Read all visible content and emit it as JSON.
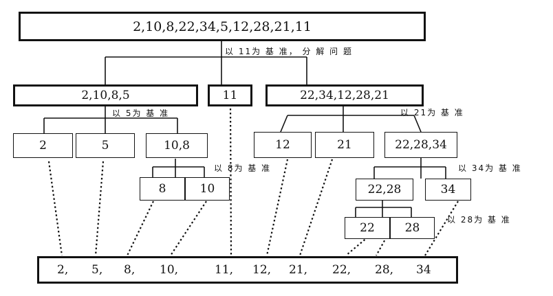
{
  "nodes": {
    "root": "2,10,8,22,34,5,12,28,21,11",
    "left": "2,10,8,5",
    "pivot11": "11",
    "right": "22,34,12,28,21",
    "n2": "2",
    "n5": "5",
    "n10_8": "10,8",
    "n12": "12",
    "n21": "21",
    "n22_28_34": "22,28,34",
    "n8": "8",
    "n10": "10",
    "n22_28": "22,28",
    "n34": "34",
    "n22": "22",
    "n28": "28"
  },
  "labels": {
    "pivot_11": "以 11为 基 准， 分 解 问 题",
    "pivot_5": "以 5为 基 准",
    "pivot_21": "以 21为 基 准",
    "pivot_8": "以 8为 基 准",
    "pivot_34": "以 34为 基 准",
    "pivot_28": "以 28为 基 准"
  },
  "result": [
    "2,",
    "5,",
    "8,",
    "10,",
    "11,",
    "12,",
    "21,",
    "22,",
    "28,",
    "34"
  ]
}
